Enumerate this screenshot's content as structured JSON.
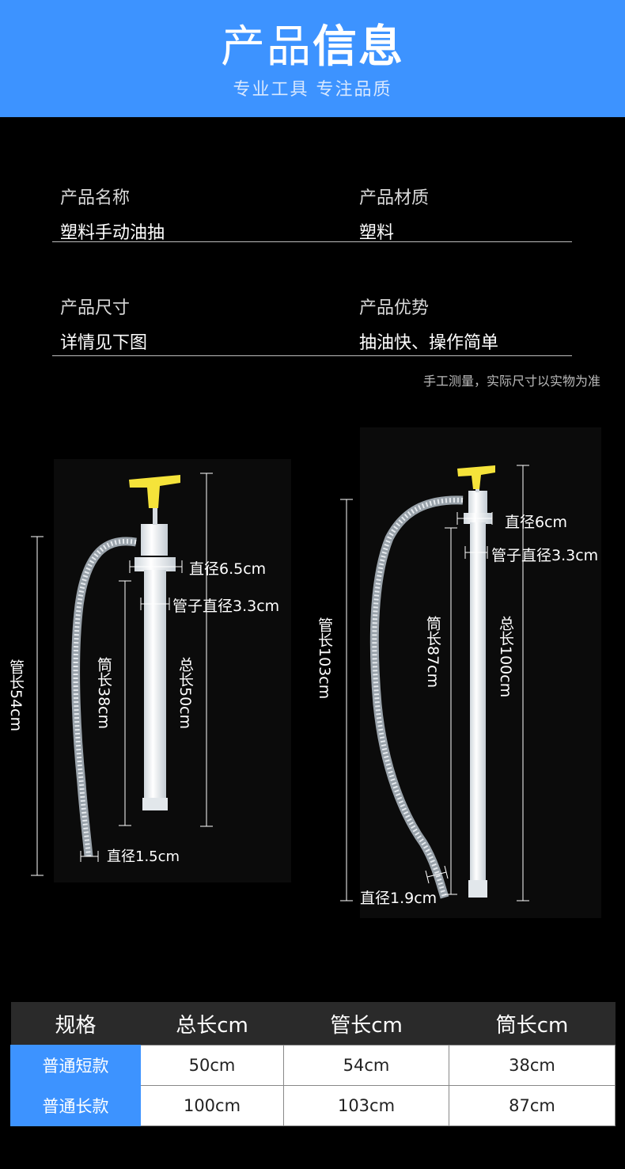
{
  "header": {
    "title_light": "产品",
    "title_bold": "信息",
    "subtitle": "专业工具 专注品质"
  },
  "info": [
    {
      "label": "产品名称",
      "value": "塑料手动油抽"
    },
    {
      "label": "产品材质",
      "value": "塑料"
    },
    {
      "label": "产品尺寸",
      "value": "详情见下图"
    },
    {
      "label": "产品优势",
      "value": "抽油快、操作简单"
    }
  ],
  "note": "手工测量，实际尺寸以实物为准",
  "short_pump": {
    "hose_length": "管长54cm",
    "barrel_length": "筒长38cm",
    "total_length": "总长50cm",
    "diameter_top": "直径6.5cm",
    "tube_diameter": "管子直径3.3cm",
    "hose_diameter": "直径1.5cm"
  },
  "long_pump": {
    "hose_length": "管长103cm",
    "barrel_length": "筒长87cm",
    "total_length": "总长100cm",
    "diameter_top": "直径6cm",
    "tube_diameter": "管子直径3.3cm",
    "hose_diameter": "直径1.9cm"
  },
  "colors": {
    "accent": "#3d93ff",
    "handle": "#f5e33a",
    "header_row": "#2a2a2a"
  },
  "table": {
    "headers": [
      "规格",
      "总长cm",
      "管长cm",
      "筒长cm"
    ],
    "rows": [
      [
        "普通短款",
        "50cm",
        "54cm",
        "38cm"
      ],
      [
        "普通长款",
        "100cm",
        "103cm",
        "87cm"
      ]
    ]
  }
}
